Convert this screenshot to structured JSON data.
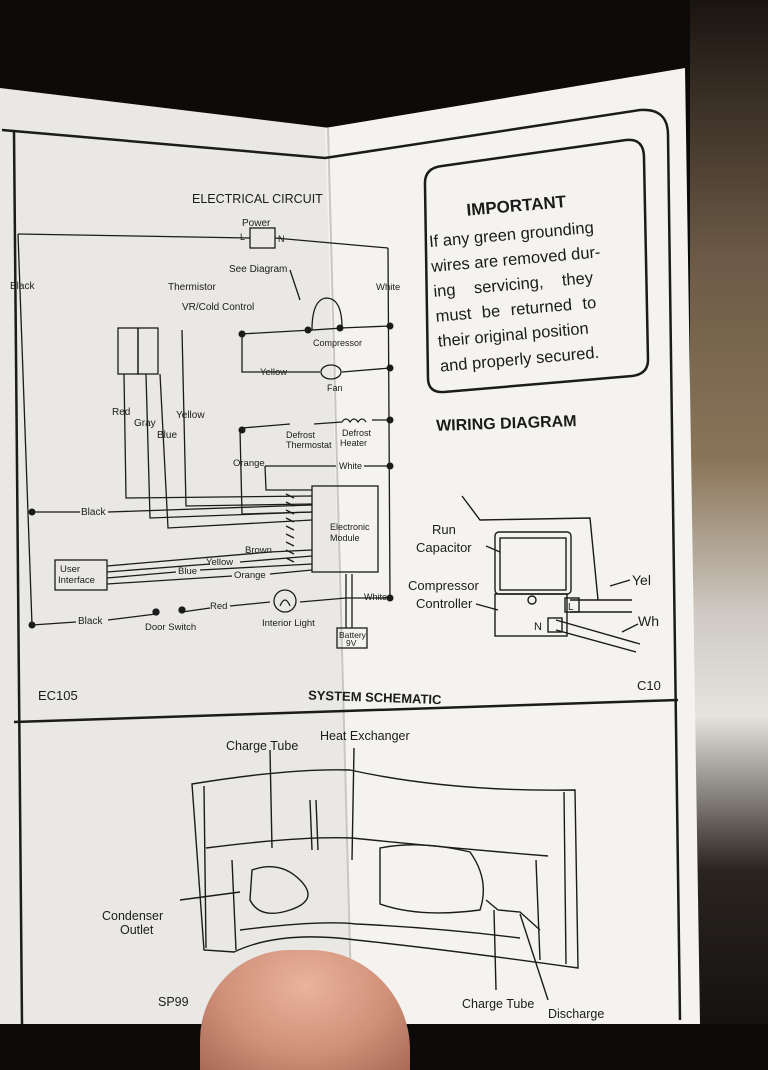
{
  "electrical": {
    "title": "ELECTRICAL CIRCUIT",
    "power": "Power",
    "power_l": "L",
    "power_n": "N",
    "see_diagram": "See Diagram",
    "black": "Black",
    "white": "White",
    "thermistor": "Thermistor",
    "vr_cold": "VR/Cold Control",
    "compressor": "Compressor",
    "yellow": "Yellow",
    "fan": "Fan",
    "red": "Red",
    "gray": "Gray",
    "blue": "Blue",
    "defrost_thermostat_1": "Defrost",
    "defrost_thermostat_2": "Thermostat",
    "defrost_heater_1": "Defrost",
    "defrost_heater_2": "Heater",
    "orange": "Orange",
    "electronic_module_1": "Electronic",
    "electronic_module_2": "Module",
    "brown": "Brown",
    "user_interface_1": "User",
    "user_interface_2": "Interface",
    "door_switch": "Door Switch",
    "interior_light": "Interior Light",
    "battery_1": "Battery",
    "battery_2": "9V",
    "code": "EC105"
  },
  "important": {
    "title": "IMPORTANT",
    "lines": [
      "If any green grounding",
      "wires are removed dur-",
      "ing servicing, they",
      "must be returned to",
      "their original position",
      "and properly secured."
    ]
  },
  "wiring": {
    "title": "WIRING DIAGRAM",
    "run_capacitor_1": "Run",
    "run_capacitor_2": "Capacitor",
    "compressor_controller_1": "Compressor",
    "compressor_controller_2": "Controller",
    "yel": "Yel",
    "wh": "Wh",
    "l": "L",
    "n": "N",
    "code": "C10"
  },
  "schematic": {
    "title": "SYSTEM SCHEMATIC",
    "charge_tube_top": "Charge Tube",
    "heat_exchanger": "Heat Exchanger",
    "condenser_outlet_1": "Condenser",
    "condenser_outlet_2": "Outlet",
    "charge_tube_bottom": "Charge Tube",
    "discharge": "Discharge",
    "code": "SP99"
  },
  "colors": {
    "paper": "#f1f0ec",
    "ink": "#1b1b1b",
    "background": "#0d0b0a"
  }
}
